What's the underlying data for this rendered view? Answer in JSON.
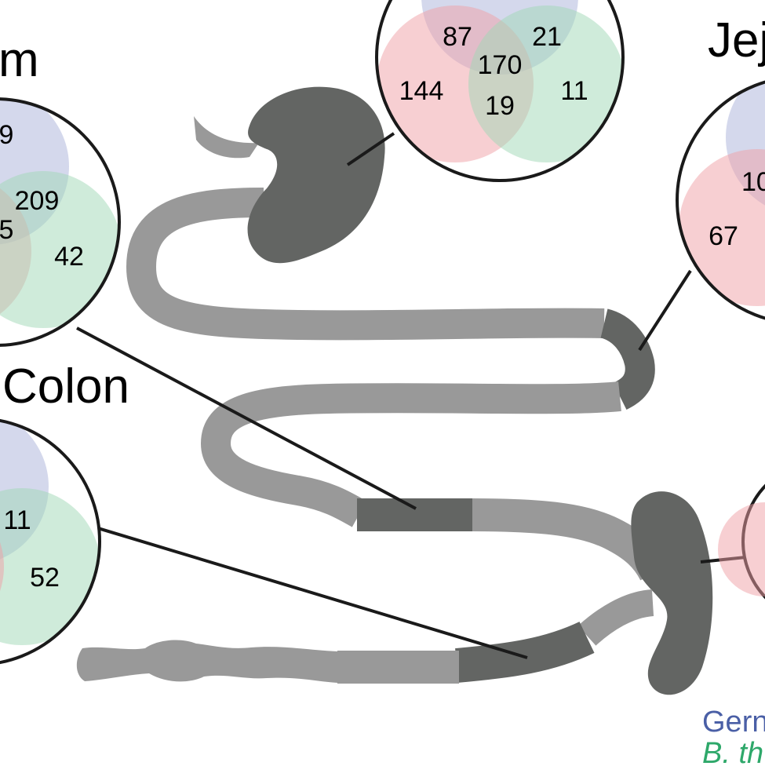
{
  "titles": {
    "left_top": "m",
    "right_top": "Jej",
    "left_bottom": "Colon"
  },
  "colors": {
    "circle_red": "#f0a0a6",
    "circle_blue": "#a9b1d9",
    "circle_green": "#9fd8b6",
    "gut_dark": "#636563",
    "gut_light": "#999999",
    "legend_blue": "#4a5fa6",
    "legend_green": "#2ea86a"
  },
  "venn_top": {
    "blue_red": "87",
    "blue_green": "21",
    "center": "170",
    "red_only": "144",
    "red_green": "19",
    "green_only": "11"
  },
  "venn_left_top": {
    "top": "9",
    "center": "209",
    "left": "5",
    "green_only": "42"
  },
  "venn_right_top": {
    "center": "10",
    "red_only": "67"
  },
  "venn_left_bottom": {
    "center": "11",
    "green_only": "52"
  },
  "legend": {
    "line1": "Gern",
    "line2": "B. th"
  }
}
